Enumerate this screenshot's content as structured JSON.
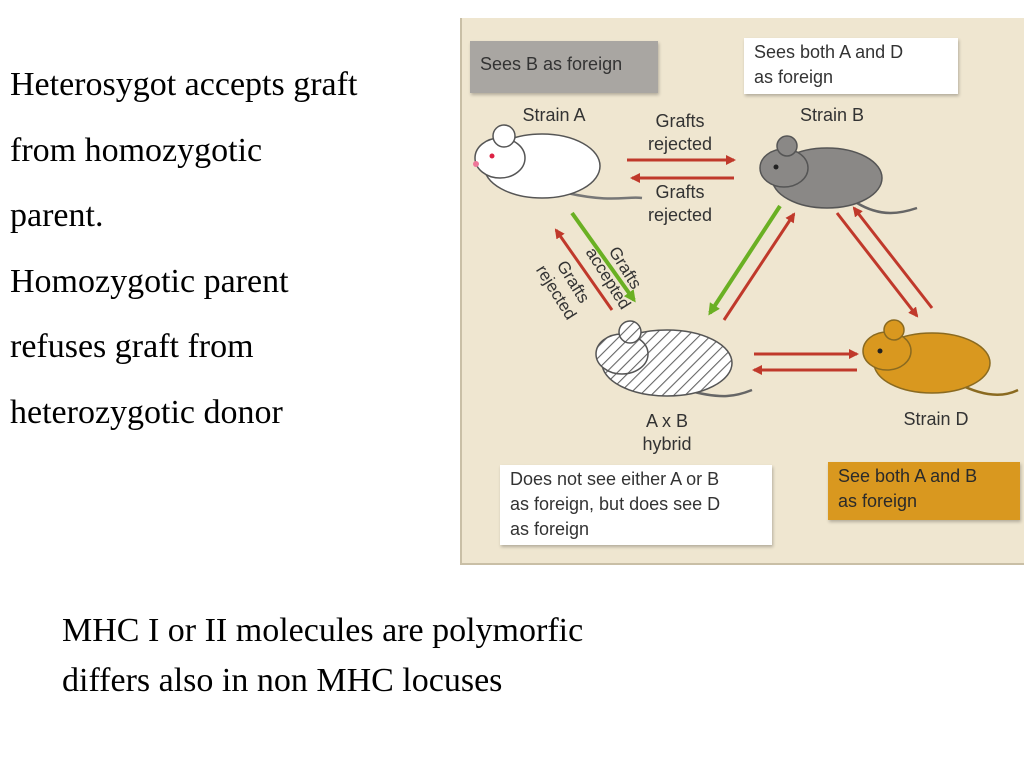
{
  "slide": {
    "left_lines": [
      "Heterosygot accepts graft",
      "from homozygotic",
      "parent.",
      "Homozygotic parent",
      "refuses graft from",
      "heterozygotic donor"
    ],
    "bottom_lines": [
      "MHC I or II molecules are polymorfic",
      "differs also in non MHC locuses"
    ]
  },
  "diagram": {
    "boxes": {
      "strain_a_note": "Sees B as foreign",
      "strain_b_note_1": "Sees both A and D",
      "strain_b_note_2": "as foreign",
      "hybrid_note_1": "Does not see either A or B",
      "hybrid_note_2": "as foreign, but does see D",
      "hybrid_note_3": "as foreign",
      "strain_d_note_1": "See both A and B",
      "strain_d_note_2": "as foreign"
    },
    "nodes": {
      "strain_a": "Strain A",
      "strain_b": "Strain B",
      "hybrid_1": "A x B",
      "hybrid_2": "hybrid",
      "strain_d": "Strain D"
    },
    "arrow_labels": {
      "grafts": "Grafts",
      "rejected": "rejected",
      "accepted": "accepted"
    },
    "colors": {
      "rejected_arrow": "#c0392b",
      "accepted_arrow": "#6ab023",
      "strain_a_fur": "#ffffff",
      "strain_b_fur": "#8a8886",
      "strain_d_fur": "#d9981f",
      "hybrid_fur": "#ffffff"
    }
  }
}
